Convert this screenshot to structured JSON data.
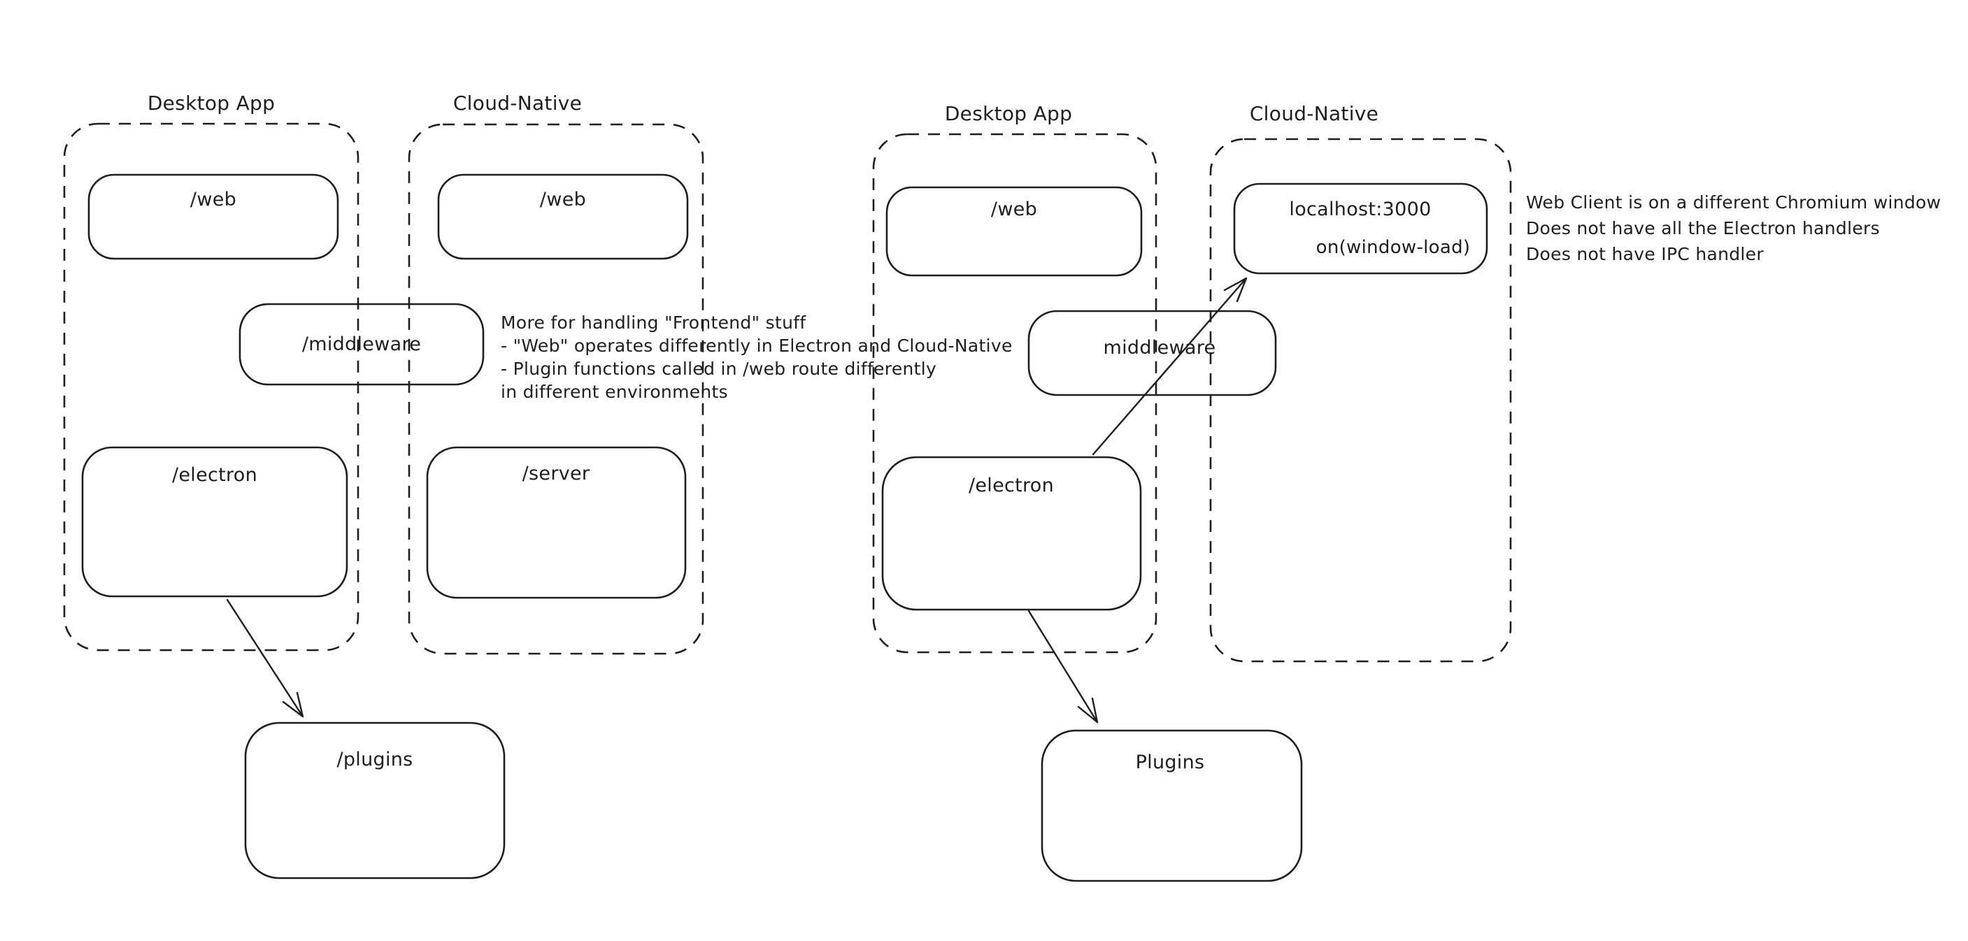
{
  "labels": {
    "left_desktop_group": "Desktop App",
    "left_cloud_group": "Cloud-Native",
    "right_desktop_group": "Desktop App",
    "right_cloud_group": "Cloud-Native",
    "left_desktop_web": "/web",
    "left_cloud_web": "/web",
    "left_middleware": "/middleware",
    "left_desktop_electron": "/electron",
    "left_cloud_server": "/server",
    "left_plugins": "/plugins",
    "right_desktop_web": "/web",
    "right_localhost": "localhost:3000",
    "right_on_window_load": "on(window-load)",
    "right_middleware": "middleware",
    "right_electron": "/electron",
    "right_plugins": "Plugins"
  },
  "notes": {
    "green": {
      "color": "#3c9e4d",
      "lines": [
        "More for handling \"Frontend\" stuff",
        "- \"Web\" operates differently in Electron and Cloud-Native",
        "- Plugin functions called in /web route differently",
        "in different environments"
      ]
    },
    "red_side": {
      "color": "#c9392f",
      "lines": [
        "Web Client is on a different Chromium window",
        "Does not have all the Electron handlers",
        "Does not have IPC handler"
      ]
    }
  },
  "colors": {
    "ink": "#1e1e1e",
    "green": "#3c9e4d",
    "red": "#c9392f",
    "background": "#ffffff"
  }
}
